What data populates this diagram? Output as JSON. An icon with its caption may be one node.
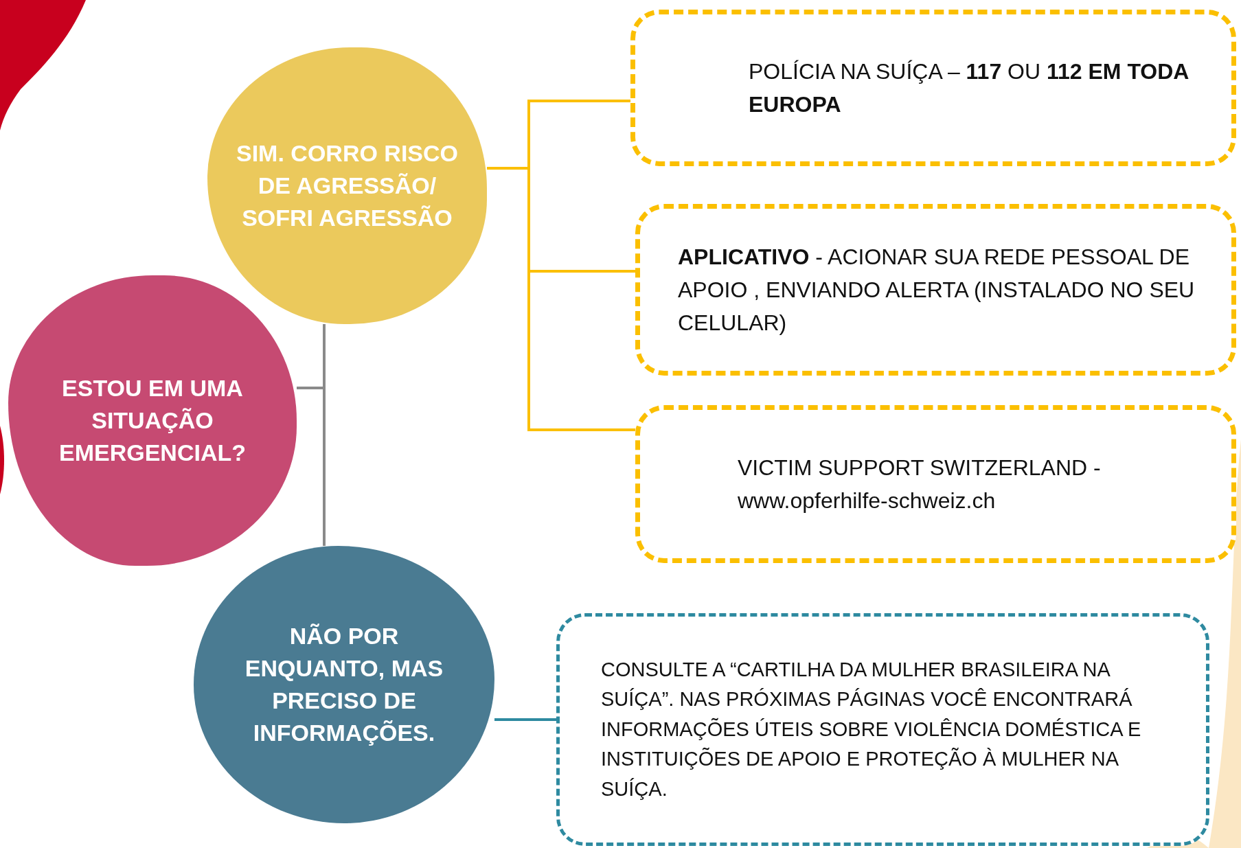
{
  "diagram": {
    "nodes": [
      {
        "text": [
          "ESTOU EM UMA SITUAÇÃO EMERGENCIAL?"
        ]
      },
      {
        "text": [
          "SIM. CORRO RISCO DE AGRESSÃO/ SOFRI AGRESSÃO"
        ]
      },
      {
        "text": [
          "POLÍCIA NA SUÍÇA – **117** OU **112 EM TODA EUROPA**"
        ]
      },
      {
        "text": [
          "**APLICATIVO** - ACIONAR SUA REDE PESSOAL DE APOIO , ENVIANDO ALERTA (INSTALADO NO SEU CELULAR)"
        ]
      },
      {
        "text": [
          "VICTIM SUPPORT SWITZERLAND - www.opferhilfe-schweiz.ch"
        ]
      },
      {
        "text": [
          "NÃO POR ENQUANTO, MAS PRECISO DE INFORMAÇÕES."
        ]
      },
      {
        "text": [
          "CONSULTE A “CARTILHA DA MULHER BRASILEIRA NA SUÍÇA”. NAS PRÓXIMAS PÁGINAS VOCÊ ENCONTRARÁ INFORMAÇÕES ÚTEIS SOBRE VIOLÊNCIA DOMÉSTICA E INSTITUIÇÕES DE APOIO E PROTEÇÃO À MULHER NA SUÍÇA."
        ]
      }
    ],
    "edges": [
      {
        "from": 0,
        "to": 1,
        "arrow": "none",
        "color": "#8a8a8a"
      },
      {
        "from": 0,
        "to": 5,
        "arrow": "none",
        "color": "#8a8a8a"
      },
      {
        "from": 1,
        "to": 2,
        "arrow": "none"
      },
      {
        "from": 1,
        "to": 3,
        "arrow": "none"
      },
      {
        "from": 1,
        "to": 4,
        "arrow": "none"
      },
      {
        "from": 5,
        "to": 6,
        "arrow": "none",
        "color": "#2e8aa0"
      }
    ]
  }
}
